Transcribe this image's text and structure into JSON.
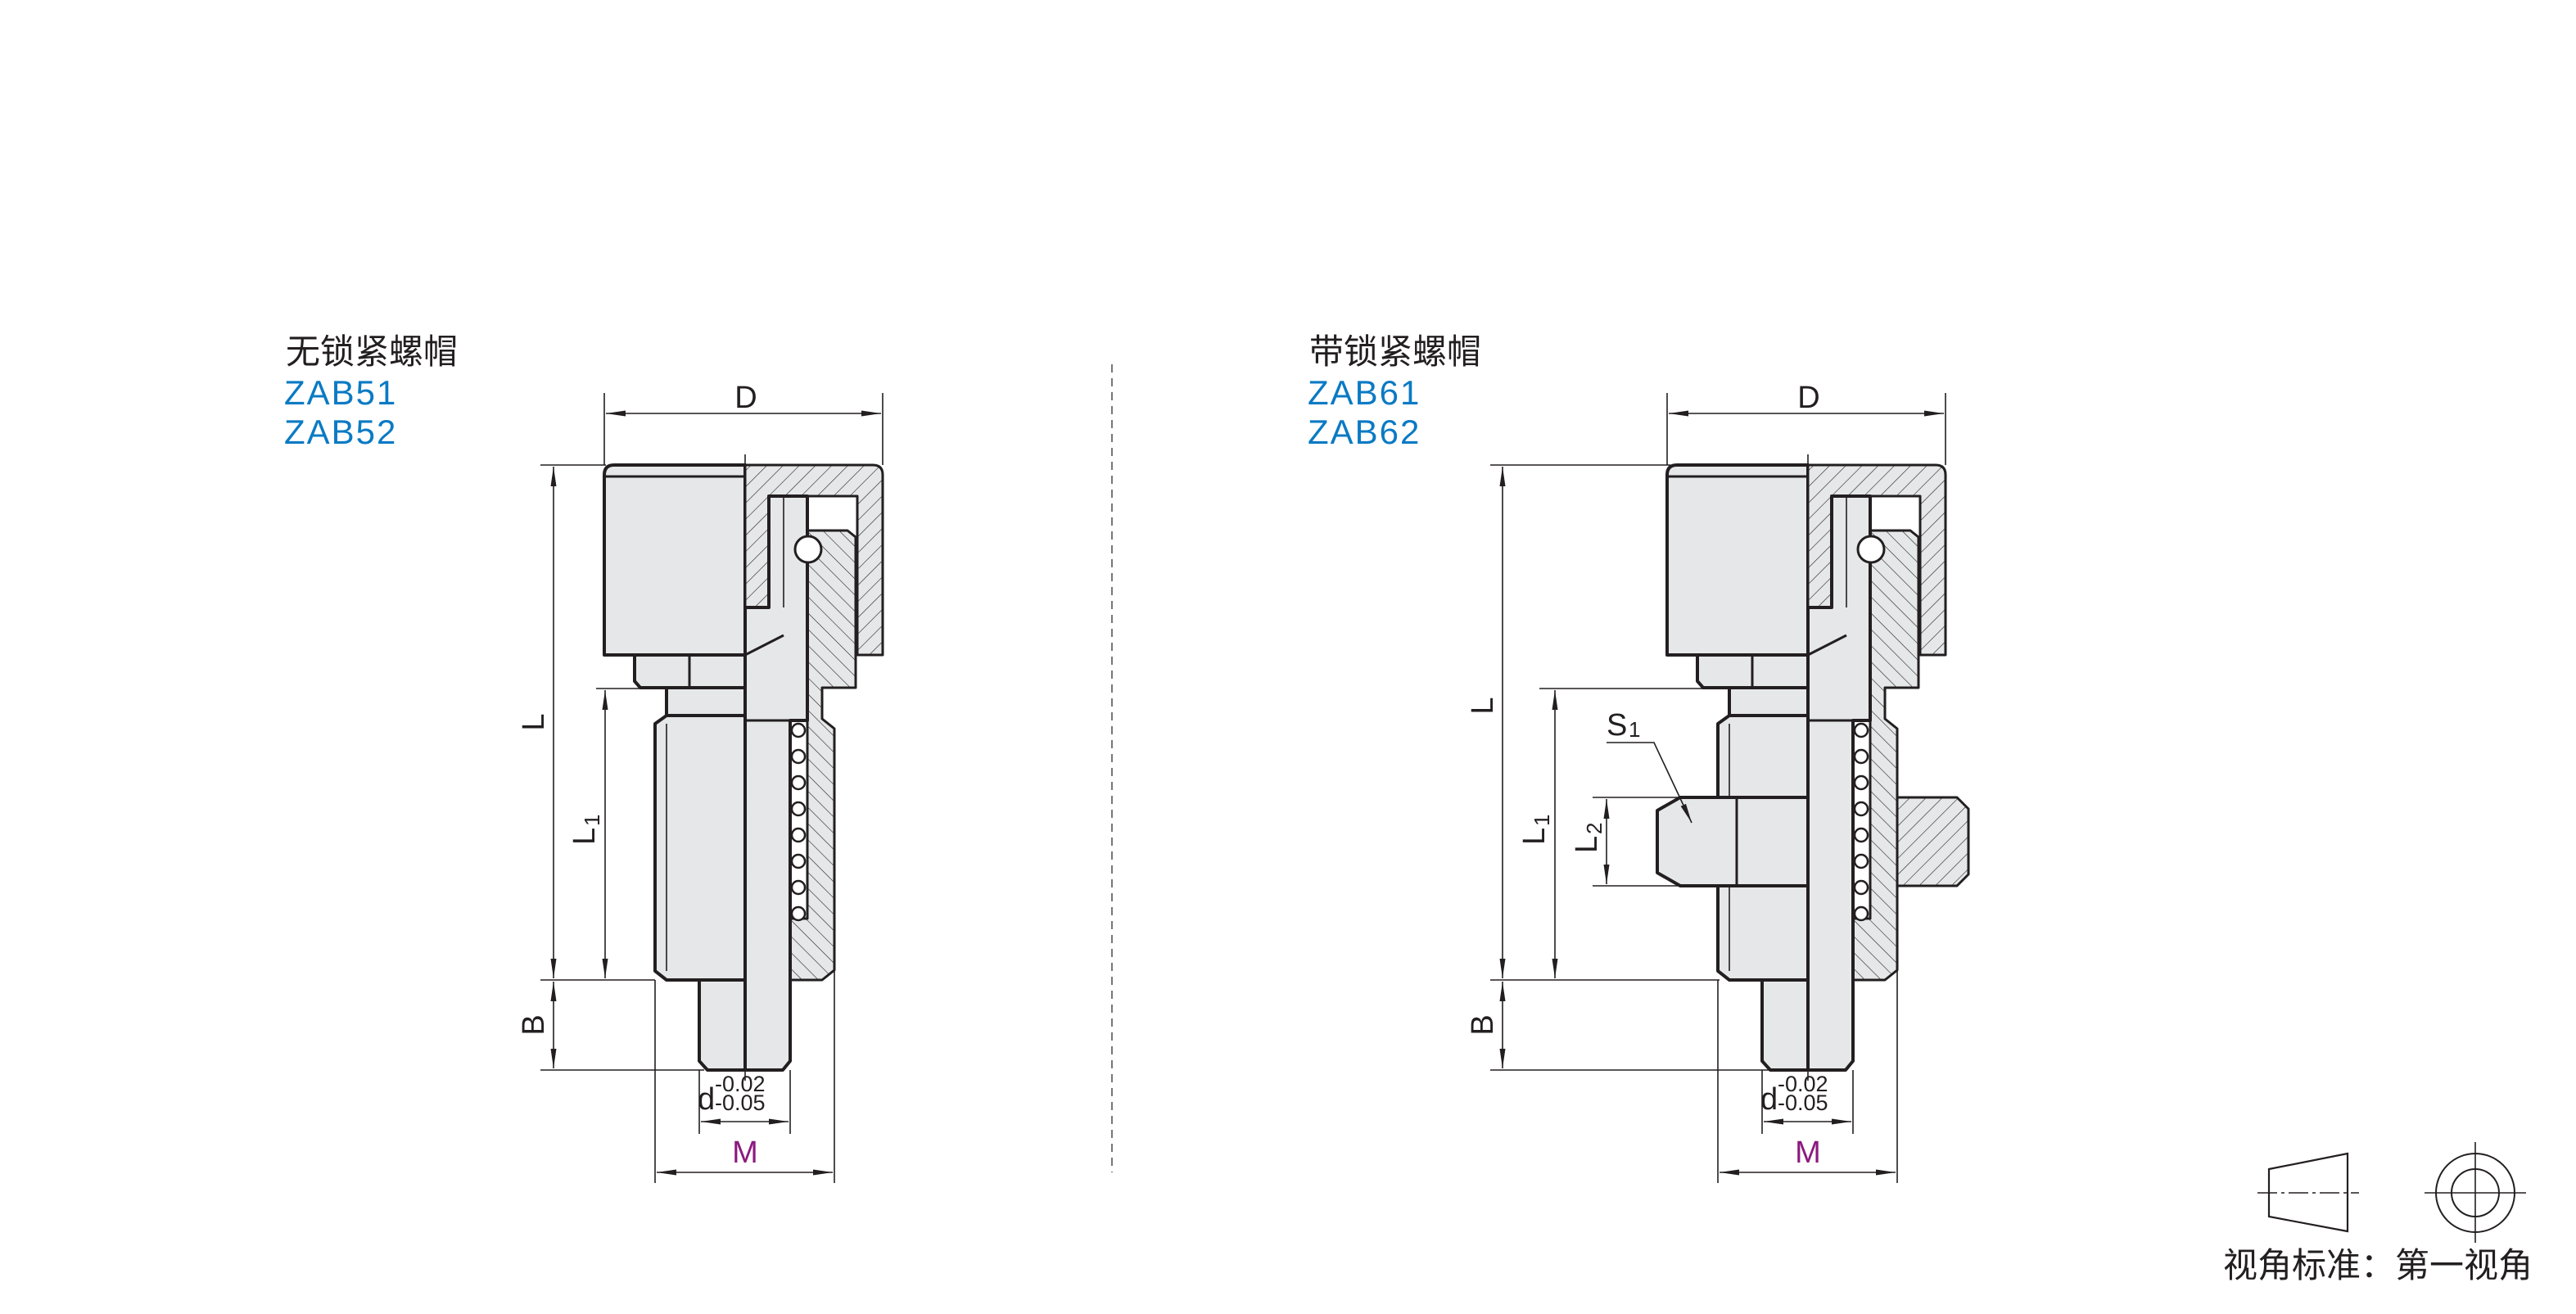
{
  "left_variant": {
    "title": "无锁紧螺帽",
    "codes": [
      "ZAB51",
      "ZAB52"
    ]
  },
  "right_variant": {
    "title": "带锁紧螺帽",
    "codes": [
      "ZAB61",
      "ZAB62"
    ]
  },
  "dimensions": {
    "D": "D",
    "L": "L",
    "L1_main": "L",
    "L1_sub": "1",
    "B": "B",
    "d": "d",
    "d_tol_upper": "-0.02",
    "d_tol_lower": "-0.05",
    "M": "M",
    "S1_main": "S",
    "S1_sub": "1",
    "L2_main": "L",
    "L2_sub": "2"
  },
  "projection": {
    "label": "视角标准：第一视角"
  },
  "colors": {
    "code_blue": "#0a7ac4",
    "thread_purple": "#8b1a7e",
    "part_grey": "#e6e7e9"
  }
}
